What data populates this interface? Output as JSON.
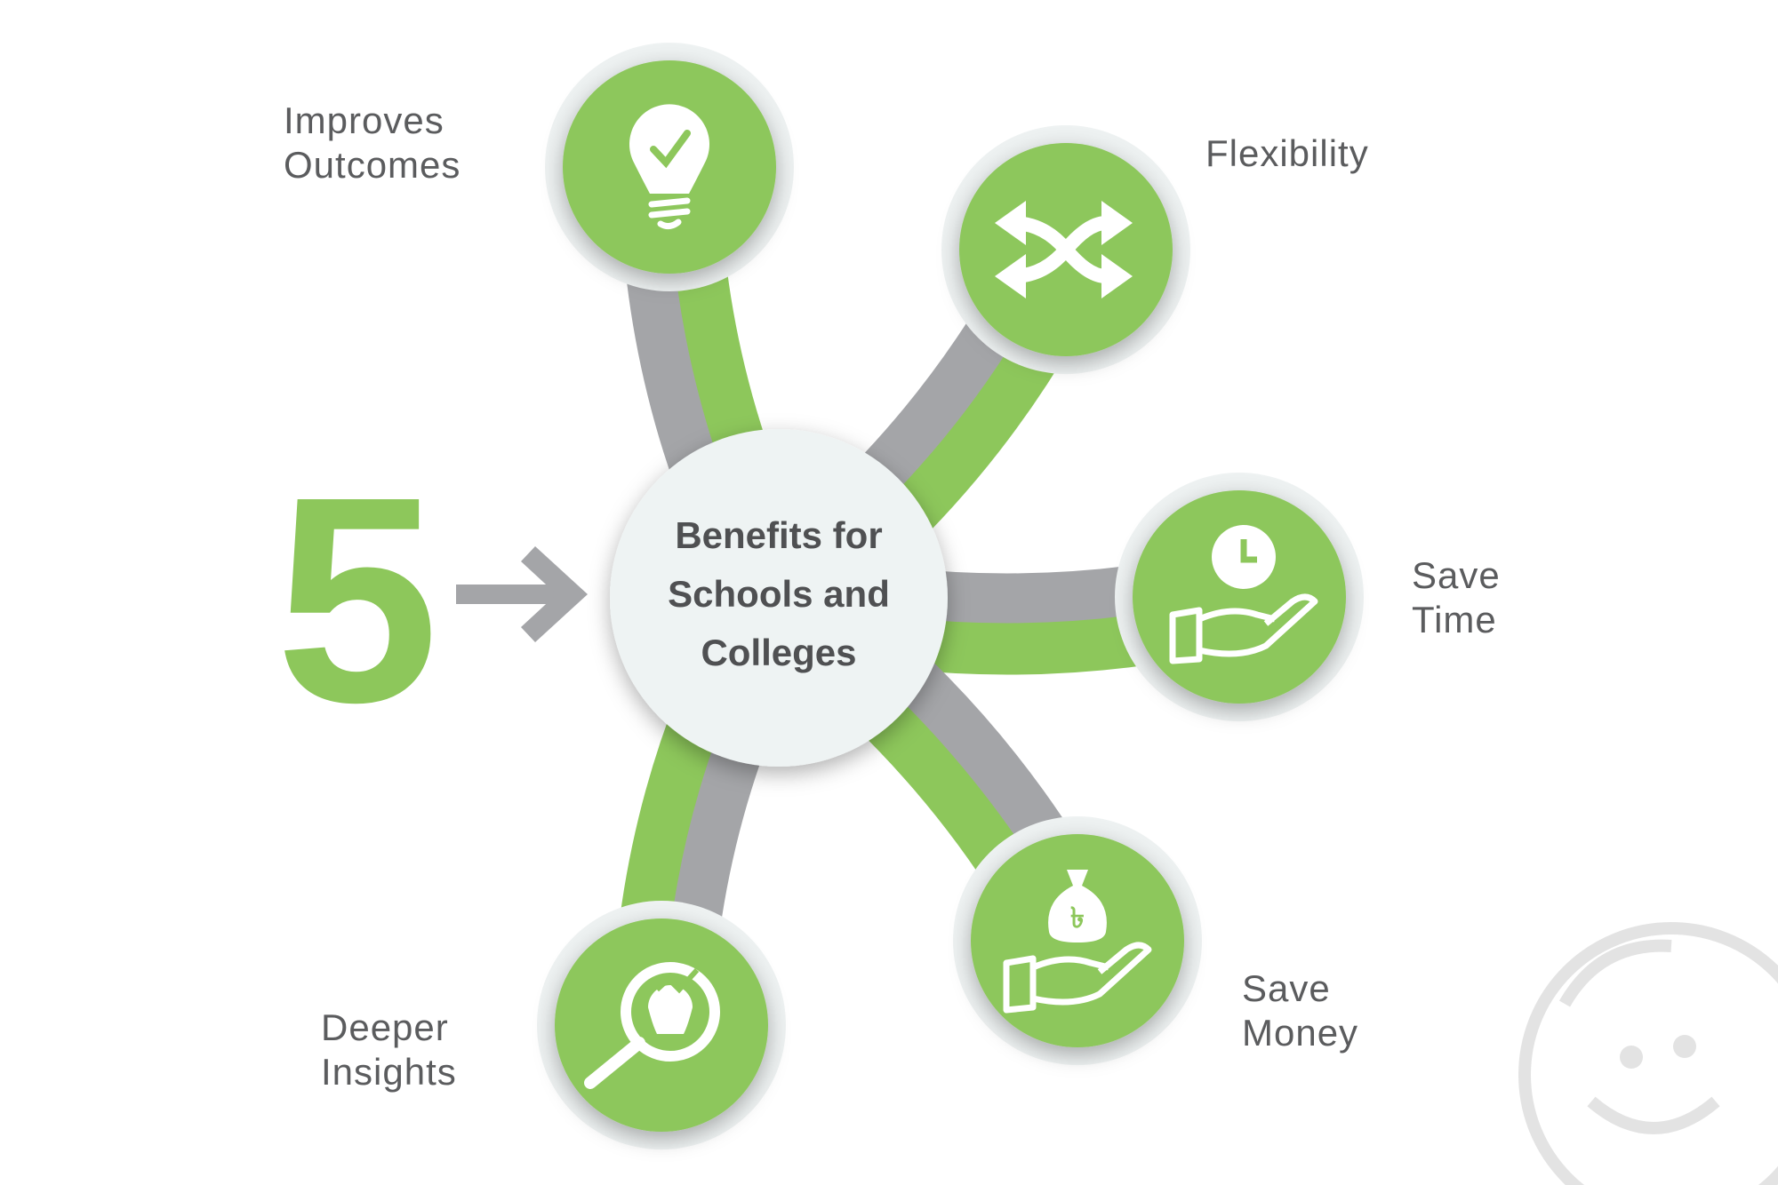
{
  "center": {
    "lines": [
      "Benefits for",
      "Schools and",
      "Colleges"
    ]
  },
  "count": "5",
  "benefits": [
    {
      "label_lines": [
        "Improves",
        "Outcomes"
      ],
      "icon": "lightbulb-check-icon"
    },
    {
      "label_lines": [
        "Flexibility"
      ],
      "icon": "shuffle-arrows-icon"
    },
    {
      "label_lines": [
        "Save",
        "Time"
      ],
      "icon": "hand-clock-icon"
    },
    {
      "label_lines": [
        "Save",
        "Money"
      ],
      "icon": "hand-money-bag-icon"
    },
    {
      "label_lines": [
        "Deeper",
        "Insights"
      ],
      "icon": "magnifier-lightbulb-icon"
    }
  ],
  "colors": {
    "green": "#8dc75b",
    "gray": "#a4a5a8",
    "text": "#5b5c5e",
    "center_fill": "#eef3f3"
  }
}
